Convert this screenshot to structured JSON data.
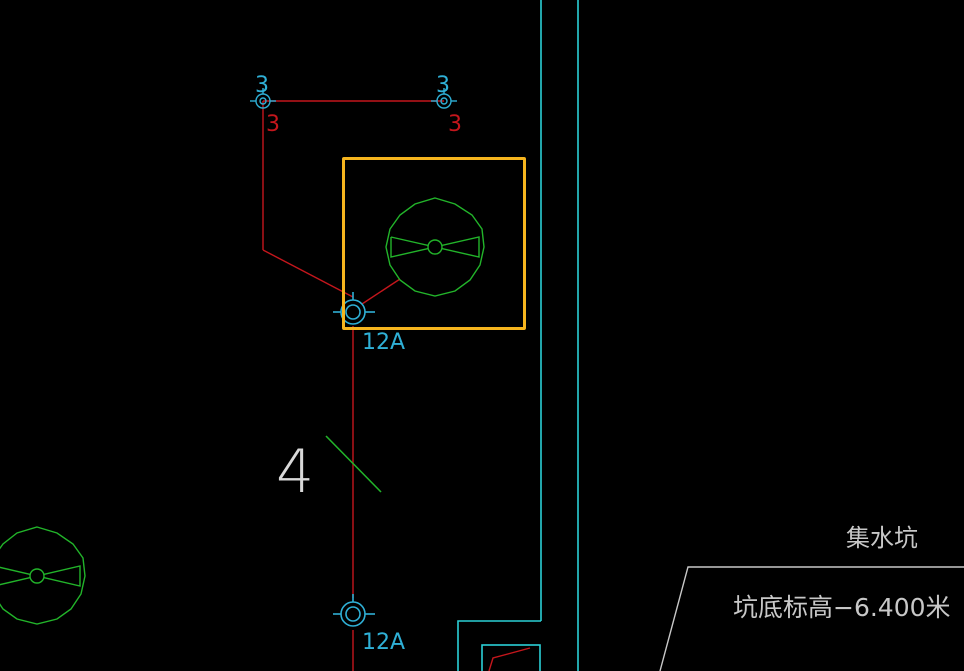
{
  "drawing": {
    "labels": {
      "tag_left_top": "3",
      "tag_left_bottom": "3",
      "tag_right_top": "3",
      "tag_right_bottom": "3",
      "riser_upper_label": "12A",
      "riser_lower_label": "12A",
      "pipe_count_label": "4",
      "sump_title": "集水坑",
      "sump_elevation": "坑底标高−6.400米"
    },
    "icons": [
      "pipe-node-icon",
      "fan-coil-icon",
      "riser-node-icon",
      "selection-box"
    ],
    "colors": {
      "background": "#000000",
      "pipe_red": "#c4161c",
      "equipment_green": "#22b42a",
      "symbol_cyan": "#2fb0d6",
      "wall_cyan": "#2ad0d6",
      "text_white": "#d9d9d9",
      "selection": "#f6b51e"
    }
  }
}
